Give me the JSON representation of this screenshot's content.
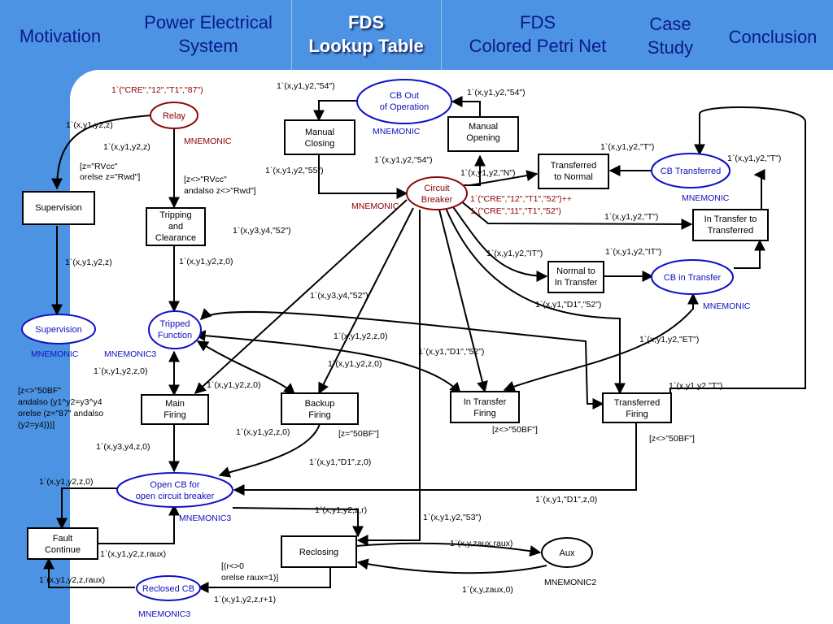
{
  "nav": {
    "tabs": [
      {
        "label": "Motivation"
      },
      {
        "label": "Power Electrical\nSystem"
      },
      {
        "label": "FDS\nLookup Table"
      },
      {
        "label": "FDS\nColored Petri Net"
      },
      {
        "label": "Case\nStudy"
      },
      {
        "label": "Conclusion"
      }
    ]
  },
  "transitions": {
    "manual_closing": {
      "line1": "Manual",
      "line2": "Closing"
    },
    "manual_opening": {
      "line1": "Manual",
      "line2": "Opening"
    },
    "transferred_to_normal": {
      "line1": "Transferred",
      "line2": "to Normal"
    },
    "supervision": {
      "line1": "Supervision"
    },
    "tripping_clearance": {
      "line1": "Tripping",
      "line2": "and",
      "line3": "Clearance"
    },
    "in_transfer_to_transferred": {
      "line1": "In Transfer to",
      "line2": "Transferred"
    },
    "normal_to_in_transfer": {
      "line1": "Normal to",
      "line2": "In Transfer"
    },
    "main_firing": {
      "line1": "Main",
      "line2": "Firing"
    },
    "backup_firing": {
      "line1": "Backup",
      "line2": "Firing"
    },
    "in_transfer_firing": {
      "line1": "In Transfer",
      "line2": "Firing"
    },
    "transferred_firing": {
      "line1": "Transferred",
      "line2": "Firing"
    },
    "fault_continue": {
      "line1": "Fault",
      "line2": "Continue"
    },
    "reclosing": {
      "line1": "Reclosing"
    }
  },
  "places": {
    "relay": {
      "line1": "Relay"
    },
    "cb_out": {
      "line1": "CB Out",
      "line2": "of Operation"
    },
    "circuit_breaker": {
      "line1": "Circuit",
      "line2": "Breaker"
    },
    "cb_transferred": {
      "line1": "CB Transferred"
    },
    "cb_in_transfer": {
      "line1": "CB in Transfer"
    },
    "supervision": {
      "line1": "Supervision"
    },
    "tripped_function": {
      "line1": "Tripped",
      "line2": "Function"
    },
    "open_cb": {
      "line1": "Open CB for",
      "line2": "open circuit breaker"
    },
    "reclosed_cb": {
      "line1": "Reclosed CB"
    },
    "aux": {
      "line1": "Aux"
    }
  },
  "mnemonics": {
    "relay": "MNEMONIC",
    "cb_out": "MNEMONIC",
    "circuit_breaker": "MNEMONIC",
    "cb_transferred": "MNEMONIC",
    "cb_in_transfer": "MNEMONIC",
    "supervision": "MNEMONIC",
    "tripped_function": "MNEMONIC3",
    "open_cb": "MNEMONIC3",
    "reclosed_cb": "MNEMONIC3",
    "aux": "MNEMONIC2"
  },
  "arc_labels": {
    "relay_marking": "1`(\"CRE\",\"12\",\"T1\",\"87\")",
    "cb_marking_1": "1`(\"CRE\",\"12\",\"T1\",\"52\")++",
    "cb_marking_2": "1`(\"CRE\",\"11\",\"T1\",\"52\")",
    "a_54_top": "1`(x,y1,y2,\"54\")",
    "a_54_right": "1`(x,y1,y2,\"54\")",
    "a_54_mid": "1`(x,y1,y2,\"54\")",
    "a_55": "1`(x,y1,y2,\"55\")",
    "a_N": "1`(x,y1,y2,\"N\")",
    "a_T_1": "1`(x,y1,y2,\"T\")",
    "a_T_2": "1`(x,y1,y2,\"T\")",
    "a_T_3": "1`(x,y1,y2,\"T\")",
    "a_T_4": "1`(x,y1,y2,\"T\")",
    "a_IT_1": "1`(x,y1,y2,\"IT\")",
    "a_IT_2": "1`(x,y1,y2,\"IT\")",
    "a_ET": "1`(x,y1,y2,\"ET\")",
    "relay_out_1": "1`(x,y1,y2,z)",
    "relay_out_2": "1`(x,y1,y2,z)",
    "guard_rwd_1": "[z=\"RVcc\"",
    "guard_rwd_2": "orelse z=\"Rwd\"]",
    "guard_nrwd_1": "[z<>\"RVcc\"",
    "guard_nrwd_2": "andalso z<>\"Rwd\"]",
    "sup_in": "1`(x,y1,y2,z)",
    "trip_out": "1`(x,y1,y2,z,0)",
    "y3y4_52_1": "1`(x,y3,y4,\"52\")",
    "y3y4_52_2": "1`(x,y3,y4,\"52\")",
    "y1_z0_1": "1`(x,y1,y2,z,0)",
    "y1_z0_2": "1`(x,y1,y2,z,0)",
    "y1_z0_3": "1`(x,y1,y2,z,0)",
    "y1_z0_4": "1`(x,y1,y2,z,0)",
    "y1_z0_5": "1`(x,y1,y2,z,0)",
    "y1_z0_6": "1`(x,y1,y2,z,0)",
    "d1_52_1": "1`(x,y1,\"D1\",\"52\")",
    "d1_52_2": "1`(x,y1,\"D1\",\"52\")",
    "d1_z0_1": "1`(x,y1,\"D1\",z,0)",
    "d1_z0_2": "1`(x,y1,\"D1\",z,0)",
    "y3y4_z0": "1`(x,y3,y4,z,0)",
    "cond_1": "[z<>\"50BF\"",
    "cond_2": "andalso (y1^y2=y3^y4",
    "cond_3": "orelse (z=\"87\" andalso",
    "cond_4": "(y2=y4)))]",
    "z_50bf": "[z=\"50BF\"]",
    "z_n50bf_1": "[z<>\"50BF\"]",
    "z_n50bf_2": "[z<>\"50BF\"]",
    "y1_zr": "1`(x,y1,y2,z,r)",
    "y1_53": "1`(x,y1,y2,\"53\")",
    "zaux_raux": "1`(x,y,zaux,raux)",
    "zaux_0": "1`(x,y,zaux,0)",
    "z_raux_1": "1`(x,y1,y2,z,raux)",
    "z_raux_2": "1`(x,y1,y2,z,raux)",
    "guard_r_1": "[(r<>0",
    "guard_r_2": "orelse raux=1)]",
    "r_plus_1": "1`(x,y1,y2,z,r+1)"
  }
}
